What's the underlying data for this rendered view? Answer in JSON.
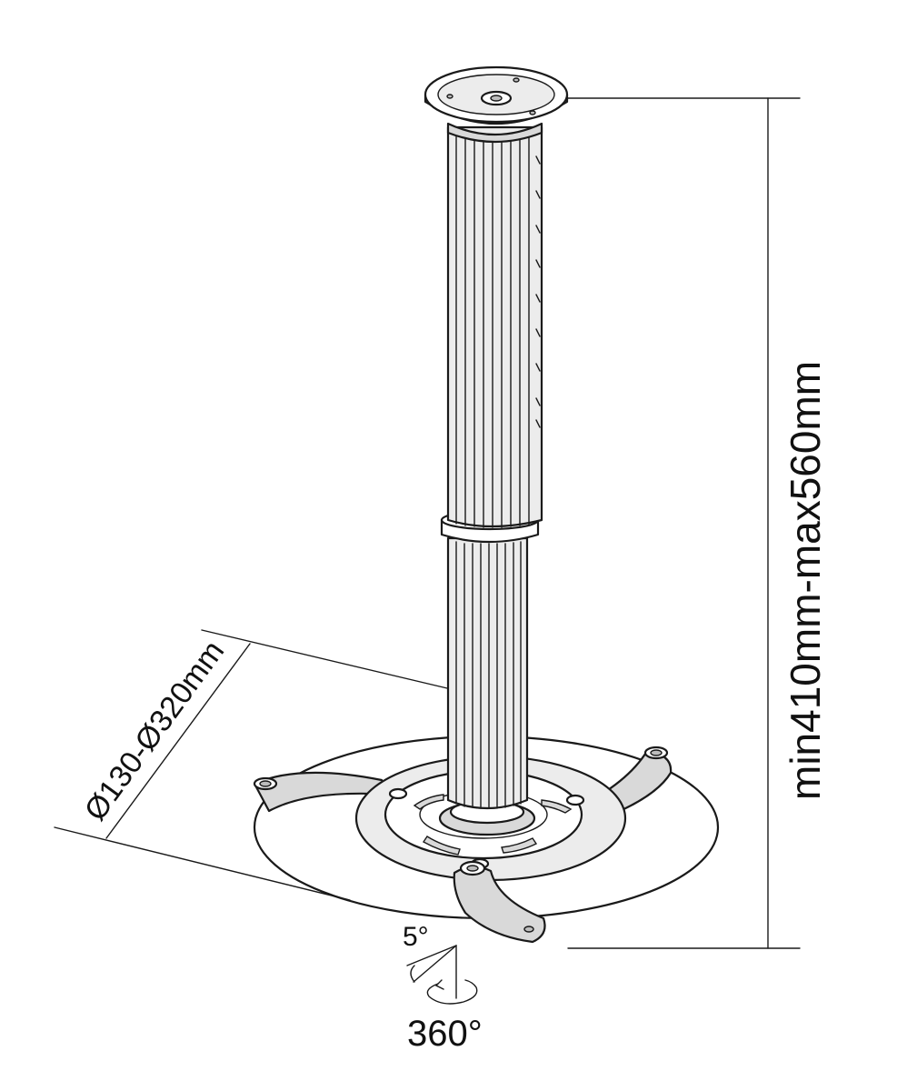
{
  "diagram": {
    "height_dimension_label": "min410mm-max560mm",
    "diameter_dimension_label": "Ø130-Ø320mm",
    "tilt_angle_label": "5°",
    "rotation_angle_label": "360°"
  },
  "colors": {
    "line": "#1a1a1a",
    "light_gray_fill": "#d9d9d9",
    "mid_gray_fill": "#bdbdbd",
    "background": "#ffffff"
  }
}
